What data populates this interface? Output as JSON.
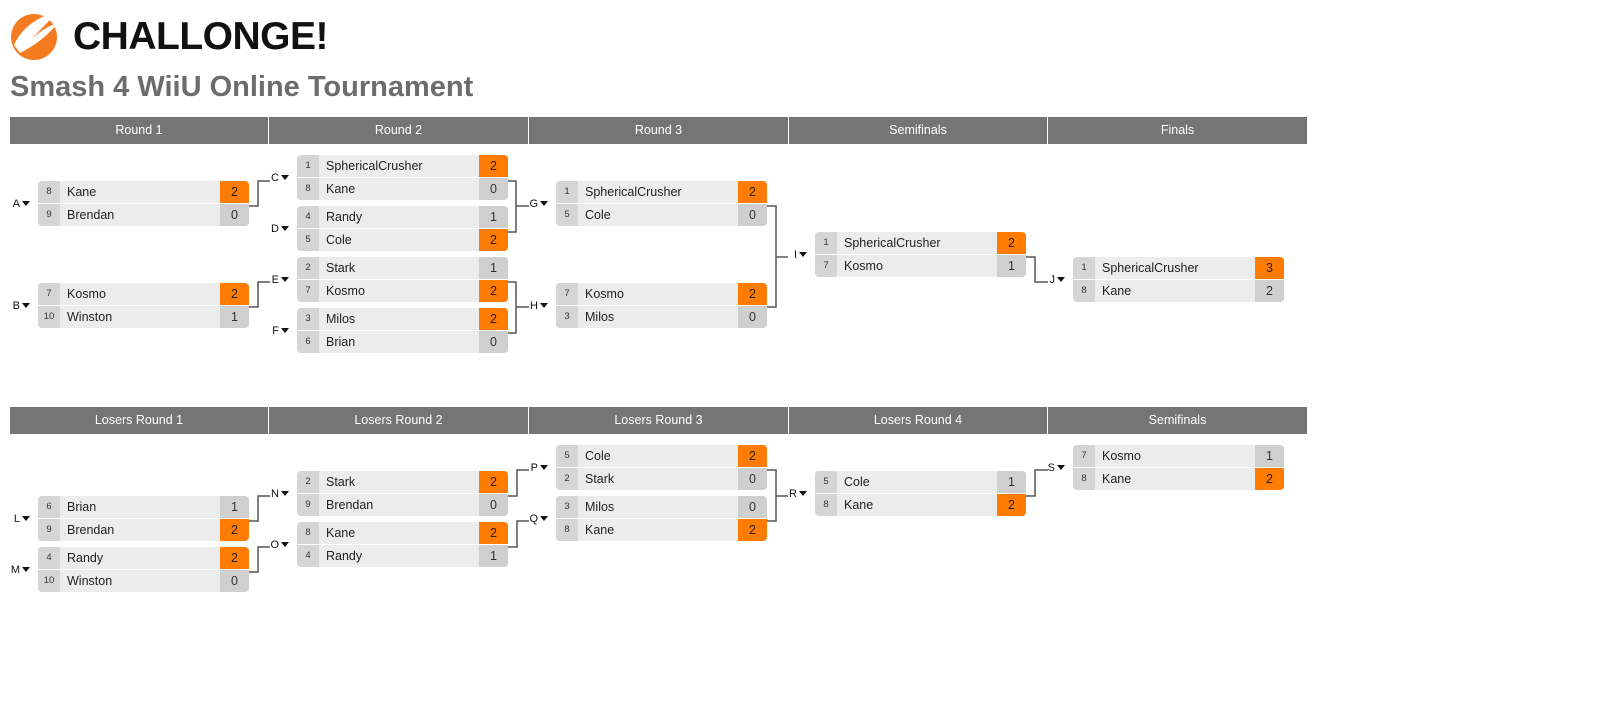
{
  "brand": {
    "name": "CHALLONGE!",
    "accent": "#ff7c00"
  },
  "tournament": {
    "title": "Smash 4 WiiU Online Tournament"
  },
  "winners_rounds": [
    "Round 1",
    "Round 2",
    "Round 3",
    "Semifinals",
    "Finals"
  ],
  "losers_rounds": [
    "Losers Round 1",
    "Losers Round 2",
    "Losers Round 3",
    "Losers Round 4",
    "Semifinals"
  ],
  "matches": [
    {
      "id": "A",
      "bracket": "winners",
      "round": 1,
      "players": [
        {
          "seed": "8",
          "name": "Kane",
          "score": "2",
          "winner": true
        },
        {
          "seed": "9",
          "name": "Brendan",
          "score": "0",
          "winner": false
        }
      ]
    },
    {
      "id": "B",
      "bracket": "winners",
      "round": 1,
      "players": [
        {
          "seed": "7",
          "name": "Kosmo",
          "score": "2",
          "winner": true
        },
        {
          "seed": "10",
          "name": "Winston",
          "score": "1",
          "winner": false
        }
      ]
    },
    {
      "id": "C",
      "bracket": "winners",
      "round": 2,
      "players": [
        {
          "seed": "1",
          "name": "SphericalCrusher",
          "score": "2",
          "winner": true
        },
        {
          "seed": "8",
          "name": "Kane",
          "score": "0",
          "winner": false
        }
      ]
    },
    {
      "id": "D",
      "bracket": "winners",
      "round": 2,
      "players": [
        {
          "seed": "4",
          "name": "Randy",
          "score": "1",
          "winner": false
        },
        {
          "seed": "5",
          "name": "Cole",
          "score": "2",
          "winner": true
        }
      ]
    },
    {
      "id": "E",
      "bracket": "winners",
      "round": 2,
      "players": [
        {
          "seed": "2",
          "name": "Stark",
          "score": "1",
          "winner": false
        },
        {
          "seed": "7",
          "name": "Kosmo",
          "score": "2",
          "winner": true
        }
      ]
    },
    {
      "id": "F",
      "bracket": "winners",
      "round": 2,
      "players": [
        {
          "seed": "3",
          "name": "Milos",
          "score": "2",
          "winner": true
        },
        {
          "seed": "6",
          "name": "Brian",
          "score": "0",
          "winner": false
        }
      ]
    },
    {
      "id": "G",
      "bracket": "winners",
      "round": 3,
      "players": [
        {
          "seed": "1",
          "name": "SphericalCrusher",
          "score": "2",
          "winner": true
        },
        {
          "seed": "5",
          "name": "Cole",
          "score": "0",
          "winner": false
        }
      ]
    },
    {
      "id": "H",
      "bracket": "winners",
      "round": 3,
      "players": [
        {
          "seed": "7",
          "name": "Kosmo",
          "score": "2",
          "winner": true
        },
        {
          "seed": "3",
          "name": "Milos",
          "score": "0",
          "winner": false
        }
      ]
    },
    {
      "id": "I",
      "bracket": "winners",
      "round": 4,
      "players": [
        {
          "seed": "1",
          "name": "SphericalCrusher",
          "score": "2",
          "winner": true
        },
        {
          "seed": "7",
          "name": "Kosmo",
          "score": "1",
          "winner": false
        }
      ]
    },
    {
      "id": "J",
      "bracket": "winners",
      "round": 5,
      "players": [
        {
          "seed": "1",
          "name": "SphericalCrusher",
          "score": "3",
          "winner": true
        },
        {
          "seed": "8",
          "name": "Kane",
          "score": "2",
          "winner": false
        }
      ]
    },
    {
      "id": "L",
      "bracket": "losers",
      "round": 1,
      "players": [
        {
          "seed": "6",
          "name": "Brian",
          "score": "1",
          "winner": false
        },
        {
          "seed": "9",
          "name": "Brendan",
          "score": "2",
          "winner": true
        }
      ]
    },
    {
      "id": "M",
      "bracket": "losers",
      "round": 1,
      "players": [
        {
          "seed": "4",
          "name": "Randy",
          "score": "2",
          "winner": true
        },
        {
          "seed": "10",
          "name": "Winston",
          "score": "0",
          "winner": false
        }
      ]
    },
    {
      "id": "N",
      "bracket": "losers",
      "round": 2,
      "players": [
        {
          "seed": "2",
          "name": "Stark",
          "score": "2",
          "winner": true
        },
        {
          "seed": "9",
          "name": "Brendan",
          "score": "0",
          "winner": false
        }
      ]
    },
    {
      "id": "O",
      "bracket": "losers",
      "round": 2,
      "players": [
        {
          "seed": "8",
          "name": "Kane",
          "score": "2",
          "winner": true
        },
        {
          "seed": "4",
          "name": "Randy",
          "score": "1",
          "winner": false
        }
      ]
    },
    {
      "id": "P",
      "bracket": "losers",
      "round": 3,
      "players": [
        {
          "seed": "5",
          "name": "Cole",
          "score": "2",
          "winner": true
        },
        {
          "seed": "2",
          "name": "Stark",
          "score": "0",
          "winner": false
        }
      ]
    },
    {
      "id": "Q",
      "bracket": "losers",
      "round": 3,
      "players": [
        {
          "seed": "3",
          "name": "Milos",
          "score": "0",
          "winner": false
        },
        {
          "seed": "8",
          "name": "Kane",
          "score": "2",
          "winner": true
        }
      ]
    },
    {
      "id": "R",
      "bracket": "losers",
      "round": 4,
      "players": [
        {
          "seed": "5",
          "name": "Cole",
          "score": "1",
          "winner": false
        },
        {
          "seed": "8",
          "name": "Kane",
          "score": "2",
          "winner": true
        }
      ]
    },
    {
      "id": "S",
      "bracket": "losers",
      "round": 5,
      "players": [
        {
          "seed": "7",
          "name": "Kosmo",
          "score": "1",
          "winner": false
        },
        {
          "seed": "8",
          "name": "Kane",
          "score": "2",
          "winner": true
        }
      ]
    }
  ]
}
